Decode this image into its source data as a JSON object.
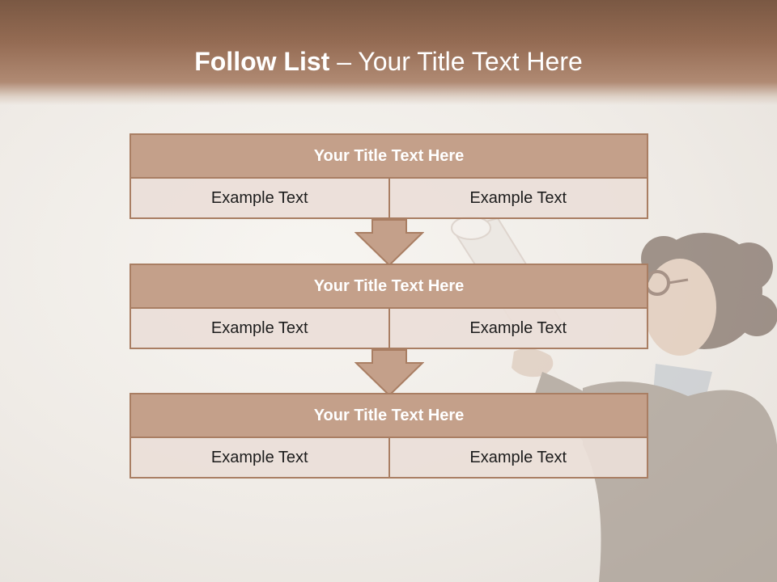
{
  "slide": {
    "title_bold": "Follow List",
    "title_rest": " – Your Title Text Here"
  },
  "blocks": [
    {
      "title": "Your Title Text Here",
      "cells": [
        "Example Text",
        "Example Text"
      ]
    },
    {
      "title": "Your Title Text Here",
      "cells": [
        "Example Text",
        "Example Text"
      ]
    },
    {
      "title": "Your Title Text Here",
      "cells": [
        "Example Text",
        "Example Text"
      ]
    }
  ],
  "colors": {
    "header_band": "#946b53",
    "block_title_bg": "#c4a08a",
    "block_border": "#a97e63",
    "cell_bg": "#eadedb",
    "arrow_fill": "#c4a08a"
  },
  "icons": {
    "arrow": "down-arrow-icon",
    "photo": "megaphone-person-photo"
  }
}
